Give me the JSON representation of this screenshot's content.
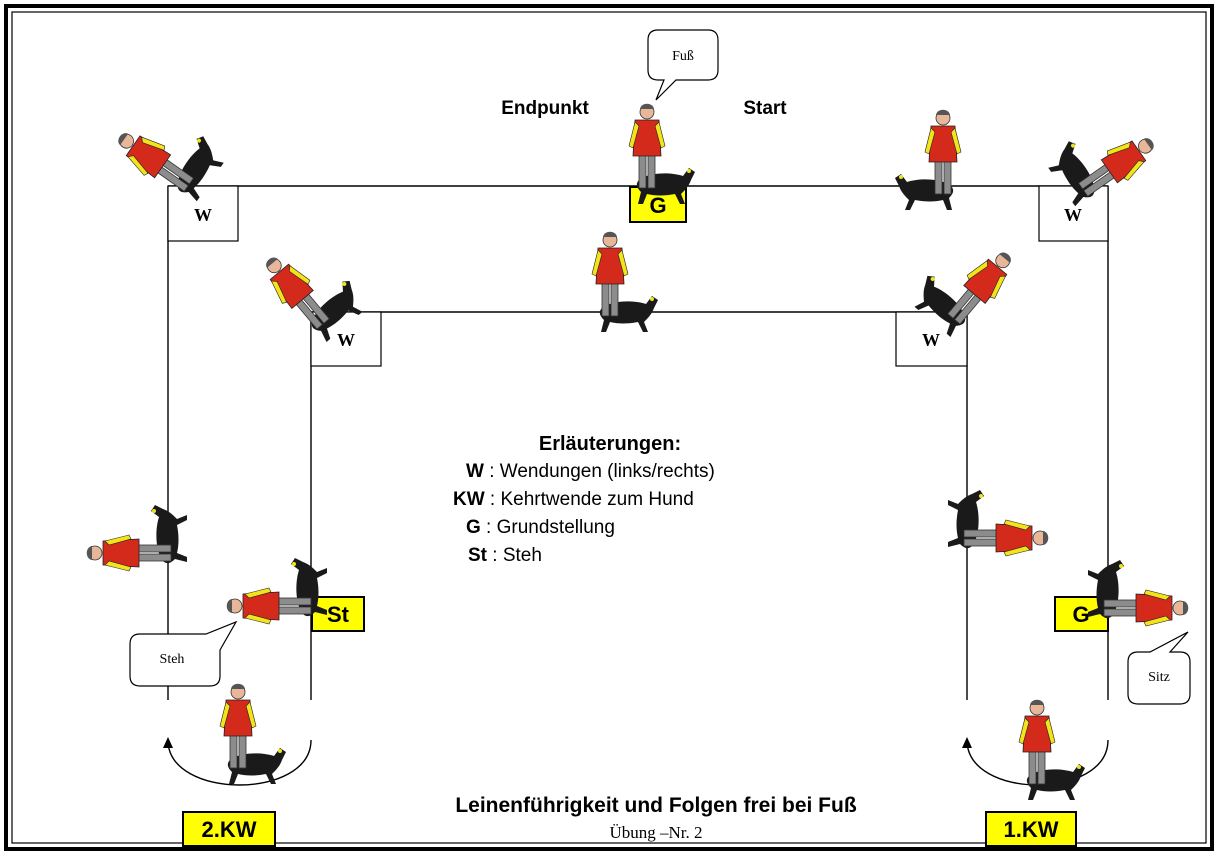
{
  "colors": {
    "badge_fill": "#ffff00",
    "jacket": "#d42a1c",
    "sleeve": "#f2e31a",
    "trousers": "#8c8c8c",
    "dog": "#1a1a1a",
    "line": "#000000"
  },
  "labels": {
    "endpunkt": "Endpunkt",
    "start": "Start",
    "w": "W",
    "g": "G",
    "st": "St",
    "kw2": "2.KW",
    "kw1": "1.KW"
  },
  "callouts": {
    "fuss": "Fuß",
    "steh": "Steh",
    "sitz": "Sitz"
  },
  "legend": {
    "heading": "Erläuterungen:",
    "items": [
      {
        "key": "W",
        "text": " : Wendungen (links/rechts)"
      },
      {
        "key": "KW",
        "text": " : Kehrtwende zum Hund"
      },
      {
        "key": "G",
        "text": "  : Grundstellung"
      },
      {
        "key": "St",
        "text": " : Steh"
      }
    ]
  },
  "footer": {
    "title": "Leinenführigkeit und Folgen frei bei Fuß",
    "subtitle": "Übung –Nr. 2"
  },
  "figures": [
    {
      "name": "handler-dog-top-left-corner",
      "pose": "walk",
      "facing": "left"
    },
    {
      "name": "handler-dog-top-center",
      "pose": "sit",
      "facing": "front"
    },
    {
      "name": "handler-dog-top-start",
      "pose": "walk",
      "facing": "left"
    },
    {
      "name": "handler-dog-top-right-corner",
      "pose": "walk",
      "facing": "left"
    },
    {
      "name": "handler-dog-inner-left",
      "pose": "walk",
      "facing": "left"
    },
    {
      "name": "handler-dog-inner-center",
      "pose": "walk",
      "facing": "front"
    },
    {
      "name": "handler-dog-inner-right",
      "pose": "walk",
      "facing": "left"
    },
    {
      "name": "handler-dog-left-side",
      "pose": "walk",
      "facing": "down"
    },
    {
      "name": "handler-dog-steh",
      "pose": "walk",
      "facing": "down"
    },
    {
      "name": "handler-dog-right-side",
      "pose": "walk",
      "facing": "up"
    },
    {
      "name": "handler-dog-sitz",
      "pose": "walk",
      "facing": "up"
    },
    {
      "name": "handler-dog-kw2",
      "pose": "stand",
      "facing": "front"
    },
    {
      "name": "handler-dog-kw1",
      "pose": "stand",
      "facing": "front"
    }
  ]
}
